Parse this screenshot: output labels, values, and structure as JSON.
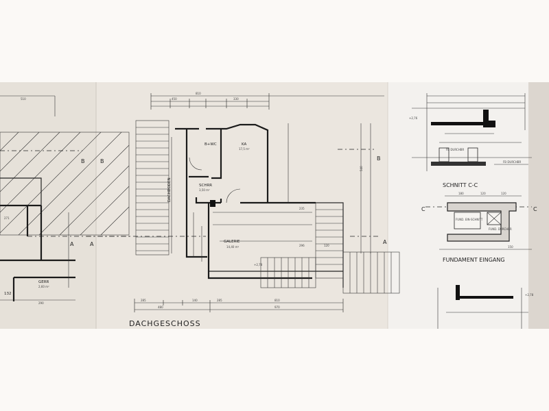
{
  "drawing": {
    "floor_title": "DACHGESCHOSS",
    "section_title": "SCHNITT C-C",
    "foundation_title": "FUNDAMENT EINGANG",
    "section_marker_b": "B",
    "section_marker_a": "A",
    "section_marker_c": "C",
    "rooms": {
      "bad_wc": "B+WC",
      "ka": "KA",
      "ka_area": "17,5 m²",
      "schrr": "SCHRR",
      "schrr_area": "3,50 m²",
      "galerie": "GALERIE",
      "galerie_area": "14,40 m²",
      "dachboden": "DACHBODEN",
      "gerr": "GERR",
      "gerr_area": "2,60 m²",
      "left_room_number": "132"
    },
    "detail_labels": {
      "fb_durchbr": "FB DURCHBR",
      "fundament_schnitt": "FUND. EIN-SCHNITT",
      "fundament_durchbr": "FUND. DURCHBR",
      "level_a": "+2,76",
      "level_b": "+2,78",
      "level_c": "+2,78"
    },
    "dimensions": {
      "top_total": "810",
      "top_a": "450",
      "top_b": "330",
      "bottom_a": "285",
      "bottom_b": "140",
      "bottom_c": "285",
      "bottom_d": "810",
      "bottom_total_1": "480",
      "bottom_total_2": "970",
      "left_top": "510",
      "right_vertical": "540",
      "gal_a": "235",
      "gal_b": "296",
      "gal_c": "120",
      "small_a": "180",
      "small_b": "120",
      "small_c": "150",
      "small_d": "120",
      "left_small": "290",
      "left_mid": "271"
    }
  }
}
